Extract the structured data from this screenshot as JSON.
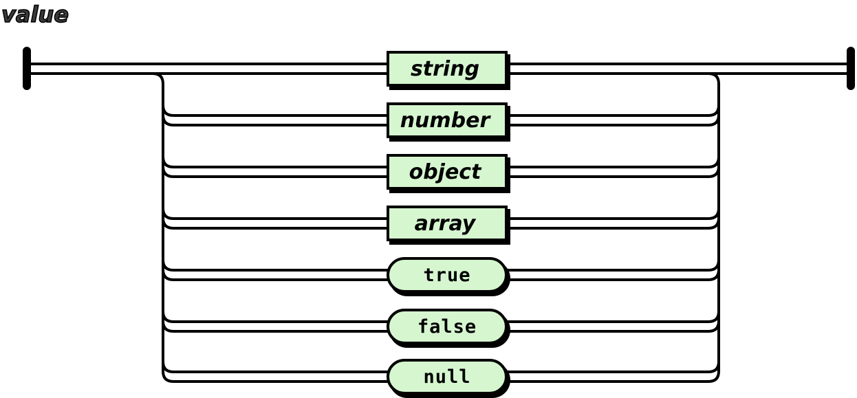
{
  "diagram": {
    "title": "value",
    "nodes": [
      {
        "label": "string",
        "kind": "nonterminal",
        "shape": "rectangle"
      },
      {
        "label": "number",
        "kind": "nonterminal",
        "shape": "rectangle"
      },
      {
        "label": "object",
        "kind": "nonterminal",
        "shape": "rectangle"
      },
      {
        "label": "array",
        "kind": "nonterminal",
        "shape": "rectangle"
      },
      {
        "label": "true",
        "kind": "terminal",
        "shape": "rounded"
      },
      {
        "label": "false",
        "kind": "terminal",
        "shape": "rounded"
      },
      {
        "label": "null",
        "kind": "terminal",
        "shape": "rounded"
      }
    ],
    "colors": {
      "background": "#ffffff",
      "line": "#000000",
      "node_fill": "#d6f6d0",
      "node_border": "#000000",
      "text": "#000000"
    }
  }
}
